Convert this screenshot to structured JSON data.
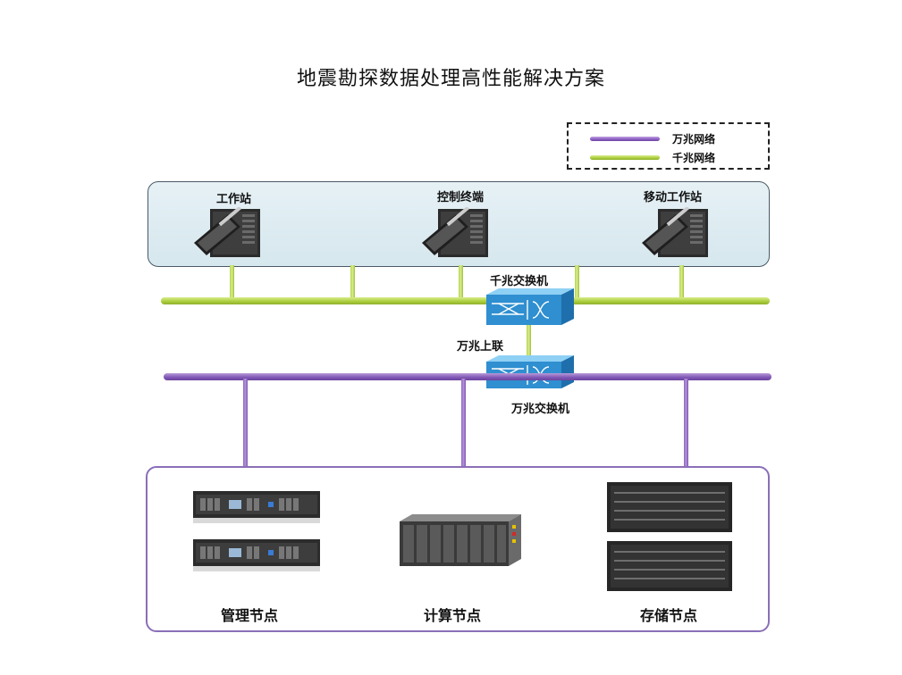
{
  "title": "地震勘探数据处理高性能解决方案",
  "legend": {
    "items": [
      {
        "label": "万兆网络",
        "color": "#8a5cc2"
      },
      {
        "label": "千兆网络",
        "color": "#a9cc3a"
      }
    ]
  },
  "workstations": [
    {
      "label": "工作站"
    },
    {
      "label": "控制终端"
    },
    {
      "label": "移动工作站"
    }
  ],
  "switches": {
    "gigabit_label": "千兆交换机",
    "uplink_label": "万兆上联",
    "ten_gigabit_label": "万兆交换机"
  },
  "nodes": [
    {
      "label": "管理节点"
    },
    {
      "label": "计算节点"
    },
    {
      "label": "存储节点"
    }
  ],
  "colors": {
    "gigabit": "#a9cc3a",
    "ten_gigabit": "#7f55b4",
    "switch": "#2f8fd0"
  }
}
